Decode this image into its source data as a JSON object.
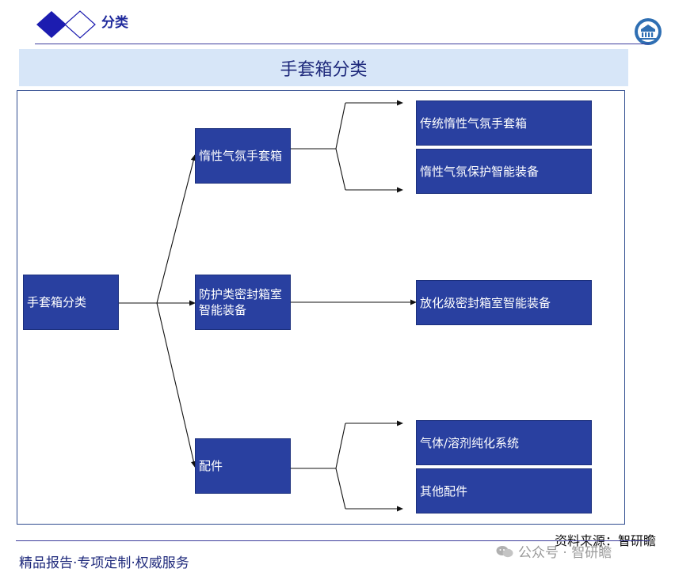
{
  "header": {
    "section": "分类"
  },
  "title": "手套箱分类",
  "nodes": {
    "root": "手套箱分类",
    "mid1": "惰性气氛手套箱",
    "mid2": "防护类密封箱室智能装备",
    "mid3": "配件",
    "leaf1": "传统惰性气氛手套箱",
    "leaf2": "惰性气氛保护智能装备",
    "leaf3": "放化级密封箱室智能装备",
    "leaf4": "气体/溶剂纯化系统",
    "leaf5": "其他配件"
  },
  "footer": {
    "source": "资料来源：智研瞻",
    "slogan": "精品报告·专项定制·权威服务",
    "watermark": "公众号 · 智研瞻"
  },
  "colors": {
    "node_fill": "#2940a0",
    "title_band": "#d7e6f8",
    "accent": "#1f2a9c"
  }
}
